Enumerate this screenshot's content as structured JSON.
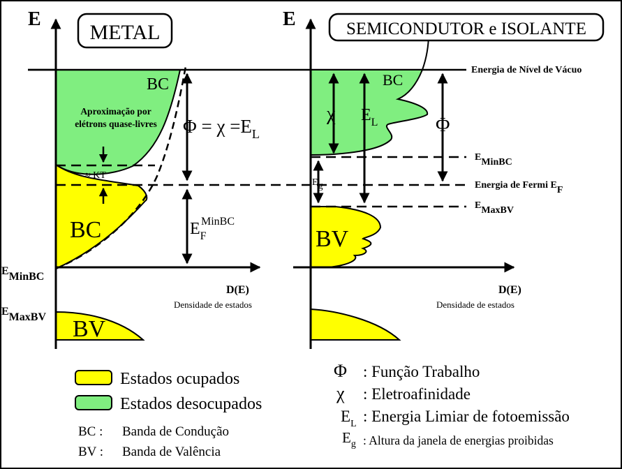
{
  "colors": {
    "occupied": "#ffff00",
    "unoccupied": "#80ee80",
    "line": "#000000",
    "background": "#ffffff"
  },
  "metal": {
    "title": "METAL",
    "energy_axis": "E",
    "bc_top": "BC",
    "free_electron_line1": "Aproximação por",
    "free_electron_line2": "elétrons quase-livres",
    "kt": "≈ KT",
    "phi_eq": "Φ = χ =E",
    "phi_eq_sub": "L",
    "bc_filled": "BC",
    "ef_main": "E",
    "ef_sub": "F",
    "ef_sup": "MinBC",
    "bv": "BV",
    "emin_main": "E",
    "emin_sub": "MinBC",
    "emax_main": "E",
    "emax_sub": "MaxBV",
    "dos_label": "D(E)",
    "dos_caption": "Densidade de estados"
  },
  "semiconductor": {
    "title": "SEMICONDUTOR e ISOLANTE",
    "energy_axis": "E",
    "bc": "BC",
    "chi": "χ",
    "el_main": "E",
    "el_sub": "L",
    "phi": "Φ",
    "eg_main": "E",
    "eg_sub": "g",
    "bv": "BV",
    "dos_label": "D(E)",
    "dos_caption": "Densidade de estados"
  },
  "levels": {
    "vacuum": "Energia de Nível de Vácuo",
    "emin_main": "E",
    "emin_sub": "MinBC",
    "fermi_main": "Energia de Fermi E",
    "fermi_sub": "F",
    "emax_main": "E",
    "emax_sub": "MaxBV"
  },
  "legend": {
    "occupied": "Estados ocupados",
    "unoccupied": "Estados desocupados",
    "bc_abbr": "BC :",
    "bc_text": "Banda de Condução",
    "bv_abbr": "BV :",
    "bv_text": "Banda de Valência",
    "phi_symbol": "Φ",
    "phi_text": ": Função Trabalho",
    "chi_symbol": "χ",
    "chi_text": ": Eletroafinidade",
    "el_main": "E",
    "el_sub": "L",
    "el_text": ": Energia Limiar de fotoemissão",
    "eg_main": "E",
    "eg_sub": "g",
    "eg_text": ": Altura da janela de energias proibidas"
  }
}
